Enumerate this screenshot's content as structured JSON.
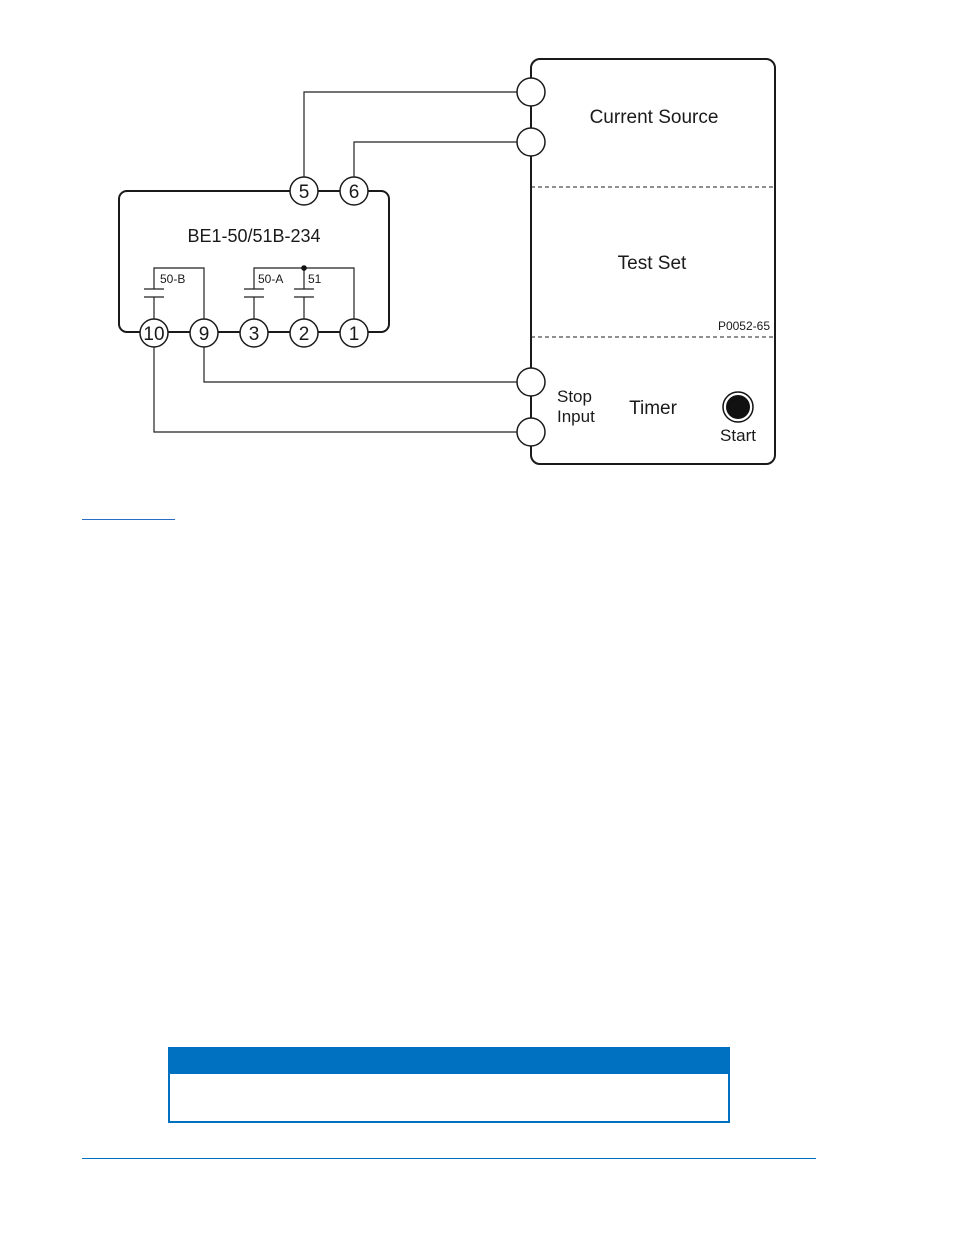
{
  "diagram": {
    "relay": {
      "model": "BE1-50/51B-234",
      "contacts": {
        "contact_50b": "50-B",
        "contact_50a": "50-A",
        "contact_51": "51"
      },
      "terminals": {
        "t5": "5",
        "t6": "6",
        "t10": "10",
        "t9": "9",
        "t3": "3",
        "t2": "2",
        "t1": "1"
      }
    },
    "test_set": {
      "current_source": "Current Source",
      "title": "Test Set",
      "figure_id": "P0052-65",
      "timer": "Timer",
      "stop_input_line1": "Stop",
      "stop_input_line2": "Input",
      "start": "Start"
    }
  },
  "caution": {
    "header": "",
    "body": ""
  },
  "colors": {
    "accent": "#0070c0",
    "line": "#1a1a1a",
    "start_button": "#111111"
  }
}
